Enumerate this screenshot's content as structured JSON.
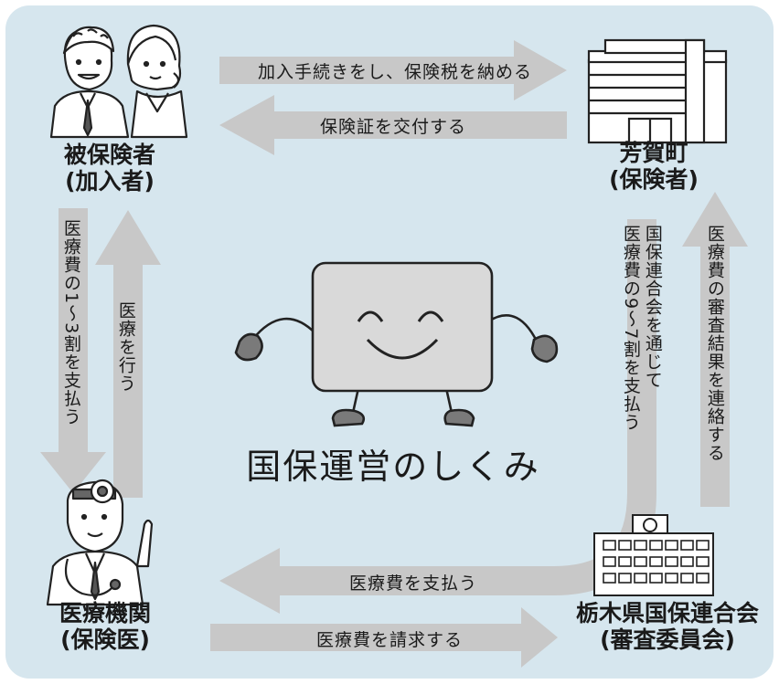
{
  "title": "国保運営のしくみ",
  "nodes": {
    "insured": {
      "line1": "被保険者",
      "line2": "(加入者)"
    },
    "insurer": {
      "line1": "芳賀町",
      "line2": "(保険者)"
    },
    "medical": {
      "line1": "医療機関",
      "line2": "(保険医)"
    },
    "federation": {
      "line1": "栃木県国保連合会",
      "line2": "(審査委員会)"
    }
  },
  "flows": {
    "enroll_pay_tax": "加入手続きをし、保険税を納める",
    "issue_card": "保険証を交付する",
    "pay_copay": "医療費の1～3割を支払う",
    "provide_care": "医療を行う",
    "pay_remaining_line1": "国保連合会を通じて",
    "pay_remaining_line2": "医療費の9～7割を支払う",
    "report_review": "医療費の審査結果を連絡する",
    "pay_medical_costs": "医療費を支払う",
    "claim_medical_costs": "医療費を請求する"
  },
  "icons": {
    "insured": "couple-illustration-icon",
    "insurer": "town-hall-building-icon",
    "medical": "doctor-illustration-icon",
    "federation": "federation-building-icon",
    "mascot": "smiling-card-mascot-icon"
  },
  "colors": {
    "background": "#d6e6ee",
    "arrow": "#c8c8c8",
    "mascot_fill": "#d9d9d9",
    "mascot_hands": "#7a7a7a"
  }
}
